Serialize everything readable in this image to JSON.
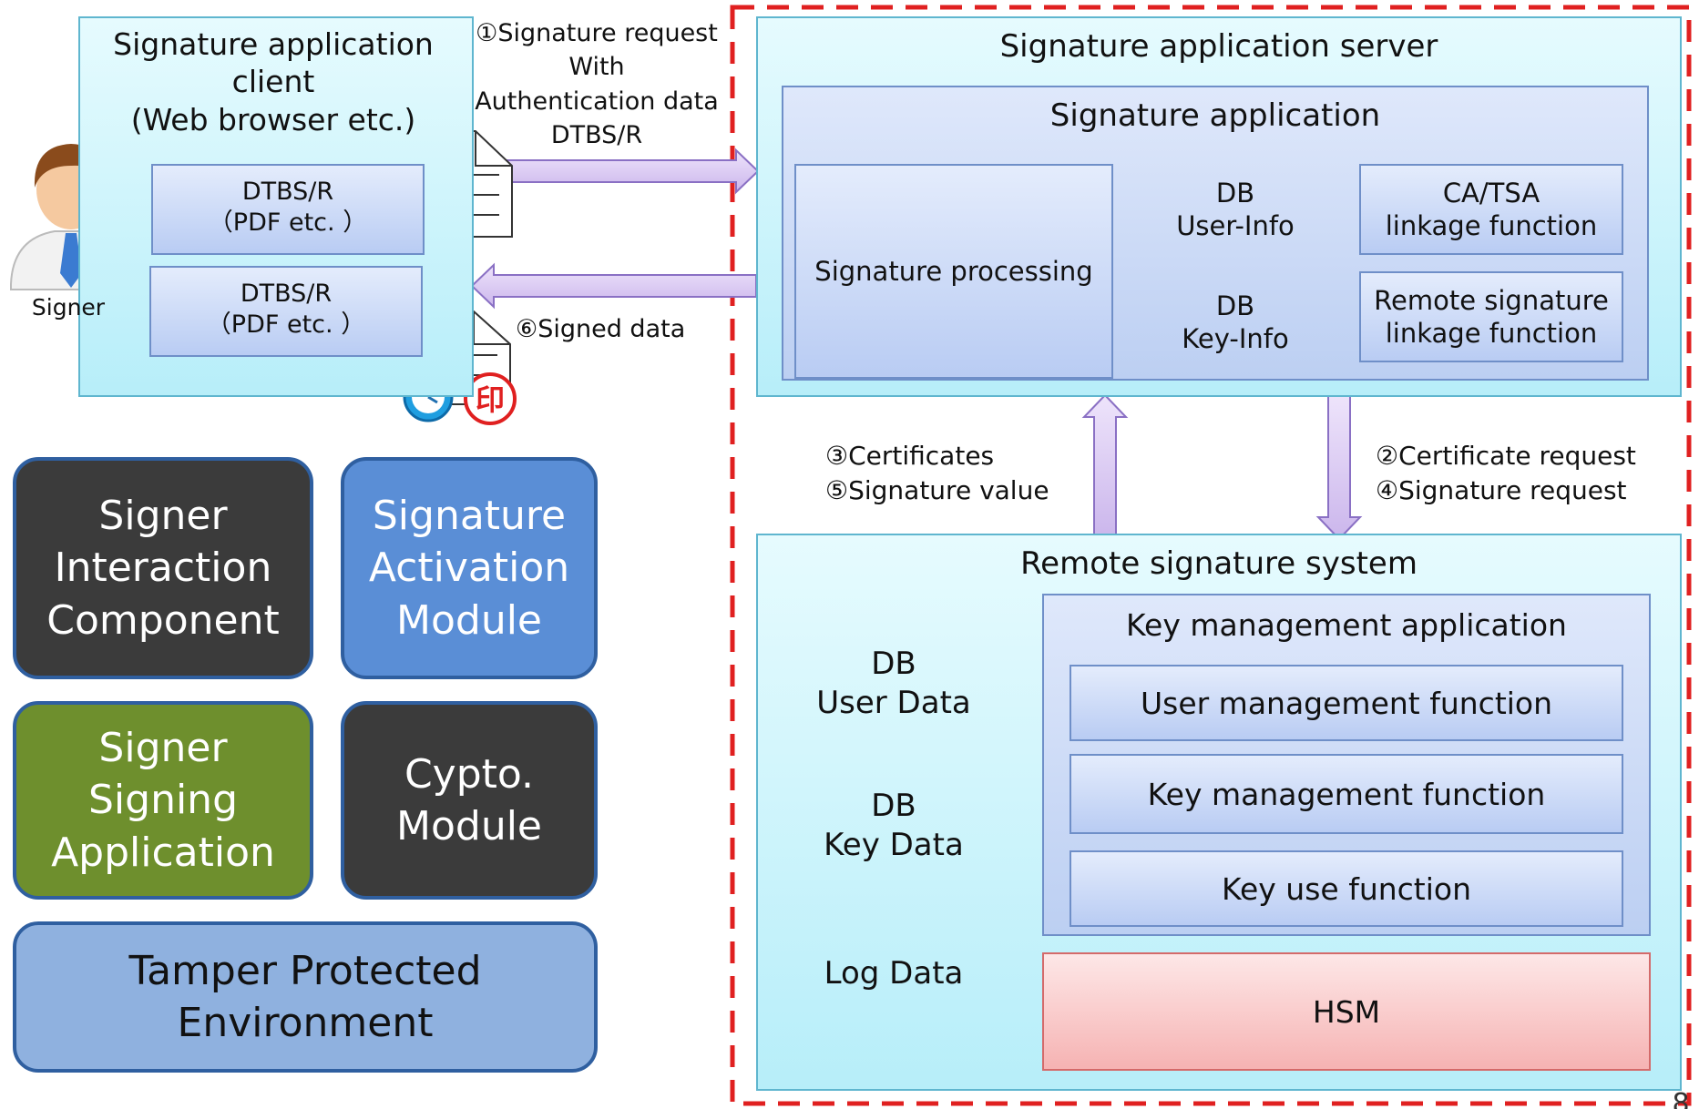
{
  "client": {
    "title": "Signature application\nclient\n(Web browser etc.)",
    "doc1": "DTBS/R\n（PDF etc. ）",
    "doc2": "DTBS/R\n（PDF etc. ）"
  },
  "signer_label": "Signer",
  "arrows": {
    "request": "①Signature request\nWith\nAuthentication data\nDTBS/R",
    "signed": "⑥Signed data",
    "up": "③Certificates\n⑤Signature value",
    "down": "②Certificate request\n④Signature request"
  },
  "server": {
    "title": "Signature application server",
    "app_title": "Signature application",
    "processing": "Signature processing",
    "db_user": "DB\nUser-Info",
    "db_key": "DB\nKey-Info",
    "ca": "CA/TSA\nlinkage function",
    "remote": "Remote signature\nlinkage function"
  },
  "remote_system": {
    "title": "Remote signature system",
    "db_user": "DB\nUser Data",
    "db_key": "DB\nKey Data",
    "db_log": "Log Data",
    "kma_title": "Key management application",
    "user_mgmt": "User management function",
    "key_mgmt": "Key management function",
    "key_use": "Key use function",
    "hsm": "HSM"
  },
  "legend": {
    "sic": "Signer\nInteraction\nComponent",
    "sam": "Signature\nActivation\nModule",
    "ssa": "Signer\nSigning\nApplication",
    "crypto": "Cypto.\nModule",
    "tpe": "Tamper Protected\nEnvironment"
  },
  "page_number": "8",
  "colors": {
    "dark": "#3a3a3a",
    "blue": "#5b8fd6",
    "green": "#6e8f2d",
    "light_blue": "#8fb1df",
    "red_dash": "#e02020",
    "arrow": "#d7c6f0"
  }
}
